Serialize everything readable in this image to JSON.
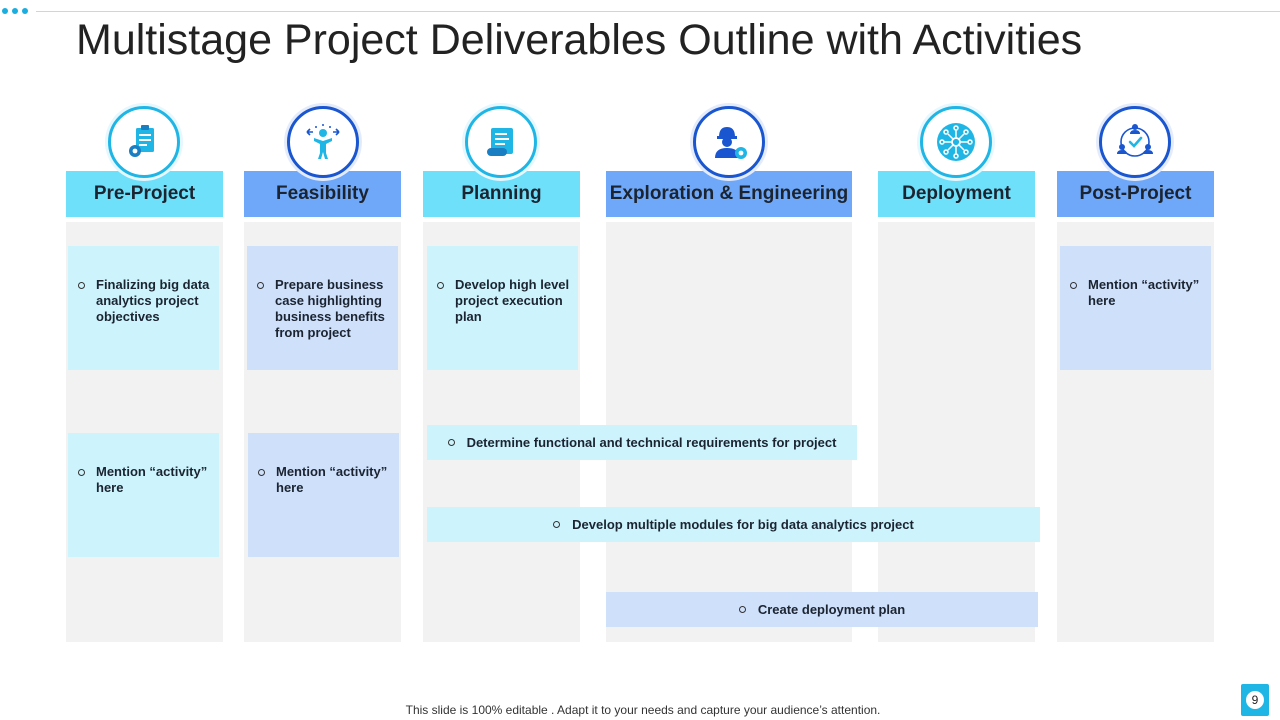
{
  "slide": {
    "title": "Multistage Project Deliverables Outline with Activities",
    "footer": "This slide is 100% editable . Adapt it to your needs and capture your audience’s attention.",
    "page_number": "9"
  },
  "stages": [
    {
      "label": "Pre-Project",
      "icon": "clipboard-gear-icon"
    },
    {
      "label": "Feasibility",
      "icon": "person-arrows-icon"
    },
    {
      "label": "Planning",
      "icon": "scroll-document-icon"
    },
    {
      "label": "Exploration & Engineering",
      "icon": "engineer-gear-icon"
    },
    {
      "label": "Deployment",
      "icon": "network-hub-icon"
    },
    {
      "label": "Post-Project",
      "icon": "team-check-icon"
    }
  ],
  "activities": {
    "pre_project_1": "Finalizing big data analytics project objectives",
    "pre_project_2": "Mention “activity” here",
    "feasibility_1": "Prepare business case highlighting business  benefits from project",
    "feasibility_2": "Mention “activity” here",
    "planning_1": "Develop high level project execution plan",
    "post_project_1": "Mention “activity” here",
    "requirements": "Determine functional and technical requirements for project",
    "modules": "Develop multiple modules for big data analytics project",
    "deployment_plan": "Create deployment plan"
  },
  "colors": {
    "accent_cyan": "#1fb6e6",
    "accent_blue": "#1a56cf",
    "header_cyan": "#6ee0fa",
    "header_blue": "#6fa8f8",
    "card_cyan": "#cdf4fd",
    "card_blue": "#cfe0fb",
    "column_bg": "#f2f2f2"
  }
}
